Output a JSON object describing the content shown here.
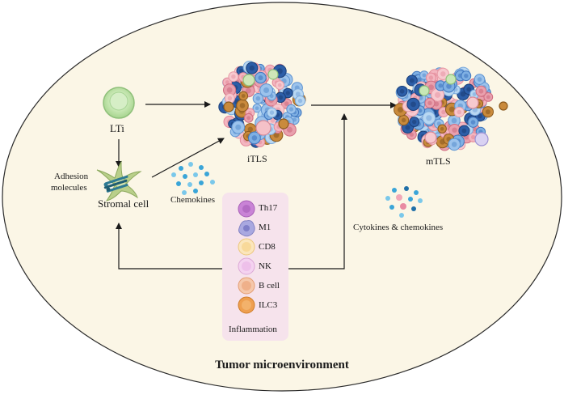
{
  "labels": {
    "lti": "LTi",
    "itls": "iTLS",
    "mtls": "mTLS",
    "stromal_cell": "Stromal cell",
    "adhesion_line1": "Adhesion",
    "adhesion_line2": "molecules",
    "chemokines": "Chemokines",
    "cytokines_chemokines": "Cytokines & chemokines",
    "title": "Tumor microenvironment"
  },
  "inflammation_panel": {
    "items": [
      {
        "label": "Th17",
        "color": "#c983d6"
      },
      {
        "label": "M1",
        "color": "#a9a8e0"
      },
      {
        "label": "CD8",
        "color": "#f8d99a"
      },
      {
        "label": "NK",
        "color": "#eec0ea"
      },
      {
        "label": "B cell",
        "color": "#efb08a"
      },
      {
        "label": "ILC3",
        "color": "#ee9f4f"
      }
    ],
    "caption": "Inflammation"
  },
  "colors": {
    "background_ellipse": "#fbf6e6",
    "ellipse_stroke": "#2a2a2a",
    "panel": "#f6e3ec",
    "lti_cell": "#c5e6b0",
    "cell_blue": "#8fb8e6",
    "cell_pink": "#f0a9b5",
    "cell_orange": "#c98a3c",
    "cell_navy": "#2c5ea8"
  }
}
